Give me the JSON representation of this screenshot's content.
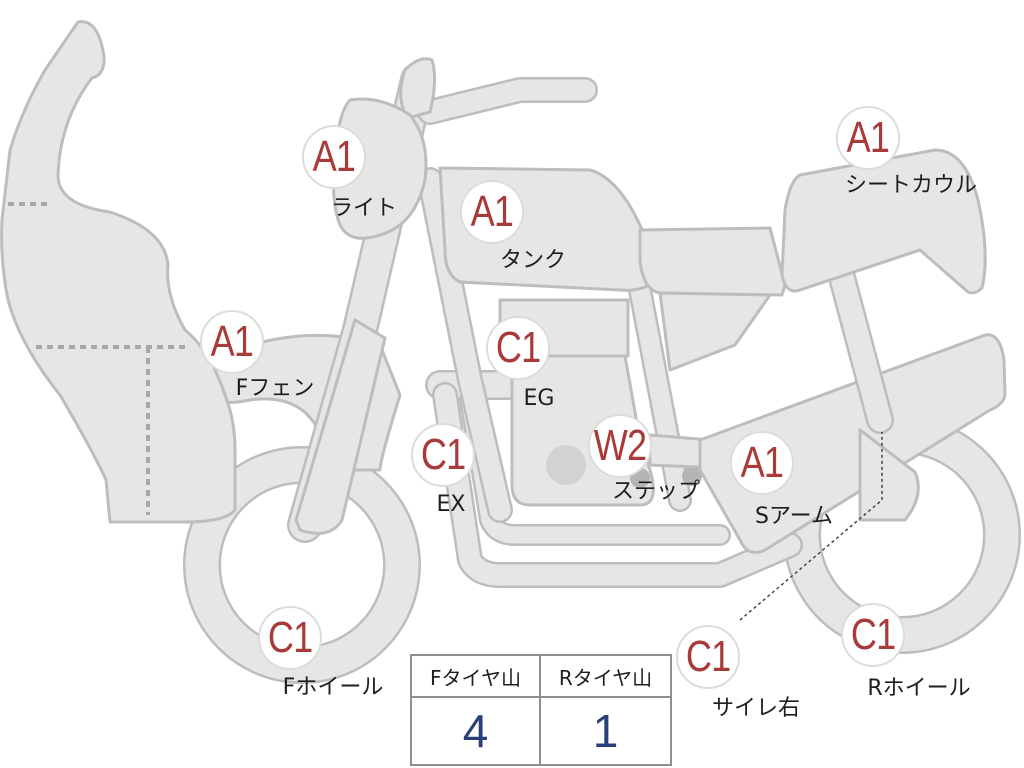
{
  "markers": [
    {
      "id": "light",
      "grade": "A1",
      "label": "ライト"
    },
    {
      "id": "tank",
      "grade": "A1",
      "label": "タンク"
    },
    {
      "id": "seat-cowl",
      "grade": "A1",
      "label": "シートカウル"
    },
    {
      "id": "f-fender",
      "grade": "A1",
      "label": "Fフェン"
    },
    {
      "id": "engine",
      "grade": "C1",
      "label": "EG"
    },
    {
      "id": "exhaust",
      "grade": "C1",
      "label": "EX"
    },
    {
      "id": "step",
      "grade": "W2",
      "label": "ステップ"
    },
    {
      "id": "swing-arm",
      "grade": "A1",
      "label": "Sアーム"
    },
    {
      "id": "f-wheel",
      "grade": "C1",
      "label": "Fホイール"
    },
    {
      "id": "silencer-right",
      "grade": "C1",
      "label": "サイレ右"
    },
    {
      "id": "r-wheel",
      "grade": "C1",
      "label": "Rホイール"
    }
  ],
  "tire_table": {
    "headers": [
      "Fタイヤ山",
      "Rタイヤ山"
    ],
    "values": [
      "4",
      "1"
    ]
  }
}
